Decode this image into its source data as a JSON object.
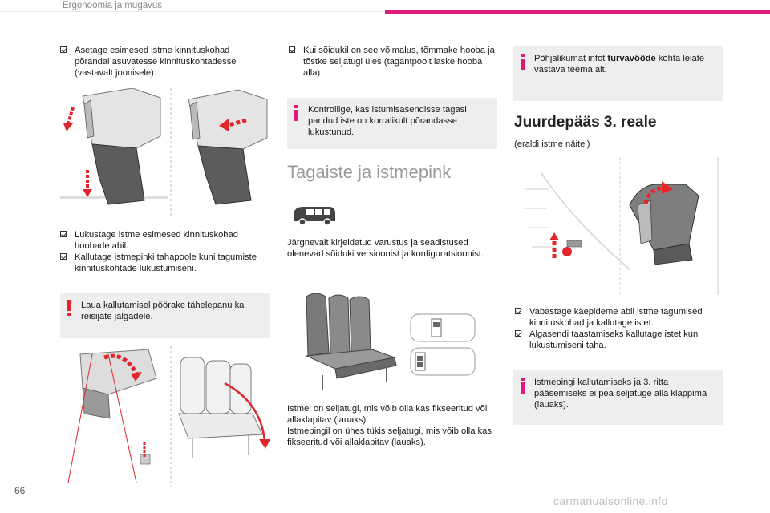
{
  "header": {
    "title": "Ergonoomia ja mugavus",
    "accent_color": "#e0197d"
  },
  "col1": {
    "bullet1": "Asetage esimesed istme kinnituskohad põrandal asuvatesse kinnituskohtadesse (vastavalt joonisele).",
    "bullet2": "Lukustage istme esimesed kinnituskohad hoobade abil.",
    "bullet3": "Kallutage istmepinki tahapoole kuni tagumiste kinnituskohtade lukustumiseni.",
    "warning": "Laua kallutamisel pöörake tähelepanu ka reisijate jalgadele."
  },
  "col2": {
    "bullet1": "Kui sõidukil on see võimalus, tõmmake hooba ja tõstke seljatugi üles (tagantpoolt laske hooba alla).",
    "info": "Kontrollige, kas istumisasendisse tagasi pandud iste on korralikult põrandasse lukustunud.",
    "section_title": "Tagaiste ja istmepink",
    "intro": "Järgnevalt kirjeldatud varustus ja seadistused olenevad sõiduki versioonist ja konfiguratsioonist.",
    "para1": "Istmel on seljatugi, mis võib olla kas fikseeritud või allaklapitav (lauaks).",
    "para2": "Istmepingil on ühes tükis seljatugi, mis võib olla kas fikseeritud või allaklapitav (lauaks)."
  },
  "col3": {
    "info_top_prefix": "Põhjalikumat infot ",
    "info_top_bold": "turvavööde",
    "info_top_suffix": " kohta leiate vastava teema alt.",
    "section_title": "Juurdepääs 3. reale",
    "subtitle": "(eraldi istme näitel)",
    "bullet1": "Vabastage käepideme abil istme tagumised kinnituskohad ja kallutage istet.",
    "bullet2": "Algasendi taastamiseks kallutage istet kuni lukustumiseni taha.",
    "info_bottom": "Istmepingi kallutamiseks ja 3. ritta pääsemiseks ei pea seljatuge alla klappima (lauaks)."
  },
  "footer": {
    "page_number": "66",
    "watermark": "carmanualsonline.info"
  },
  "colors": {
    "info_mark": "#e0197d",
    "warning_mark": "#e3262c",
    "note_bg": "#eeeeee",
    "arrow_red": "#e3262c"
  },
  "icons": [
    "checkbox-bullet-icon",
    "info-icon",
    "warning-icon",
    "van-icon"
  ]
}
